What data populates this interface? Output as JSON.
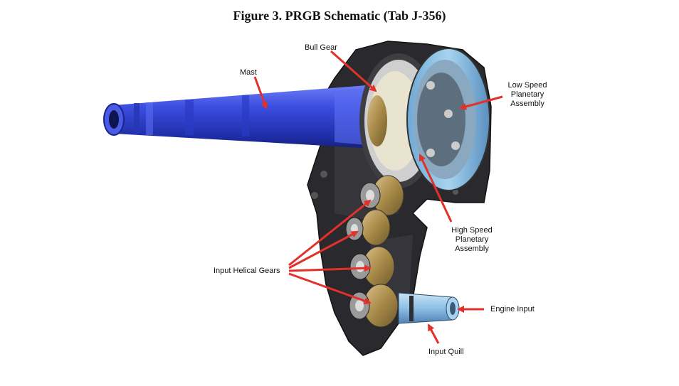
{
  "figure": {
    "title": "Figure 3.  PRGB Schematic (Tab J-356)"
  },
  "labels": {
    "bull_gear": "Bull Gear",
    "mast": "Mast",
    "low_speed_line1": "Low Speed",
    "low_speed_line2": "Planetary",
    "low_speed_line3": "Assembly",
    "high_speed_line1": "High Speed",
    "high_speed_line2": "Planetary",
    "high_speed_line3": "Assembly",
    "input_helical": "Input Helical Gears",
    "engine_input": "Engine Input",
    "input_quill": "Input Quill"
  },
  "colors": {
    "arrow": "#e2312a",
    "mast_blue": "#2f3fd0",
    "housing_dark": "#2a2a2e",
    "planetary_light_blue": "#8fc4e8",
    "gear_bronze": "#b89a52"
  }
}
